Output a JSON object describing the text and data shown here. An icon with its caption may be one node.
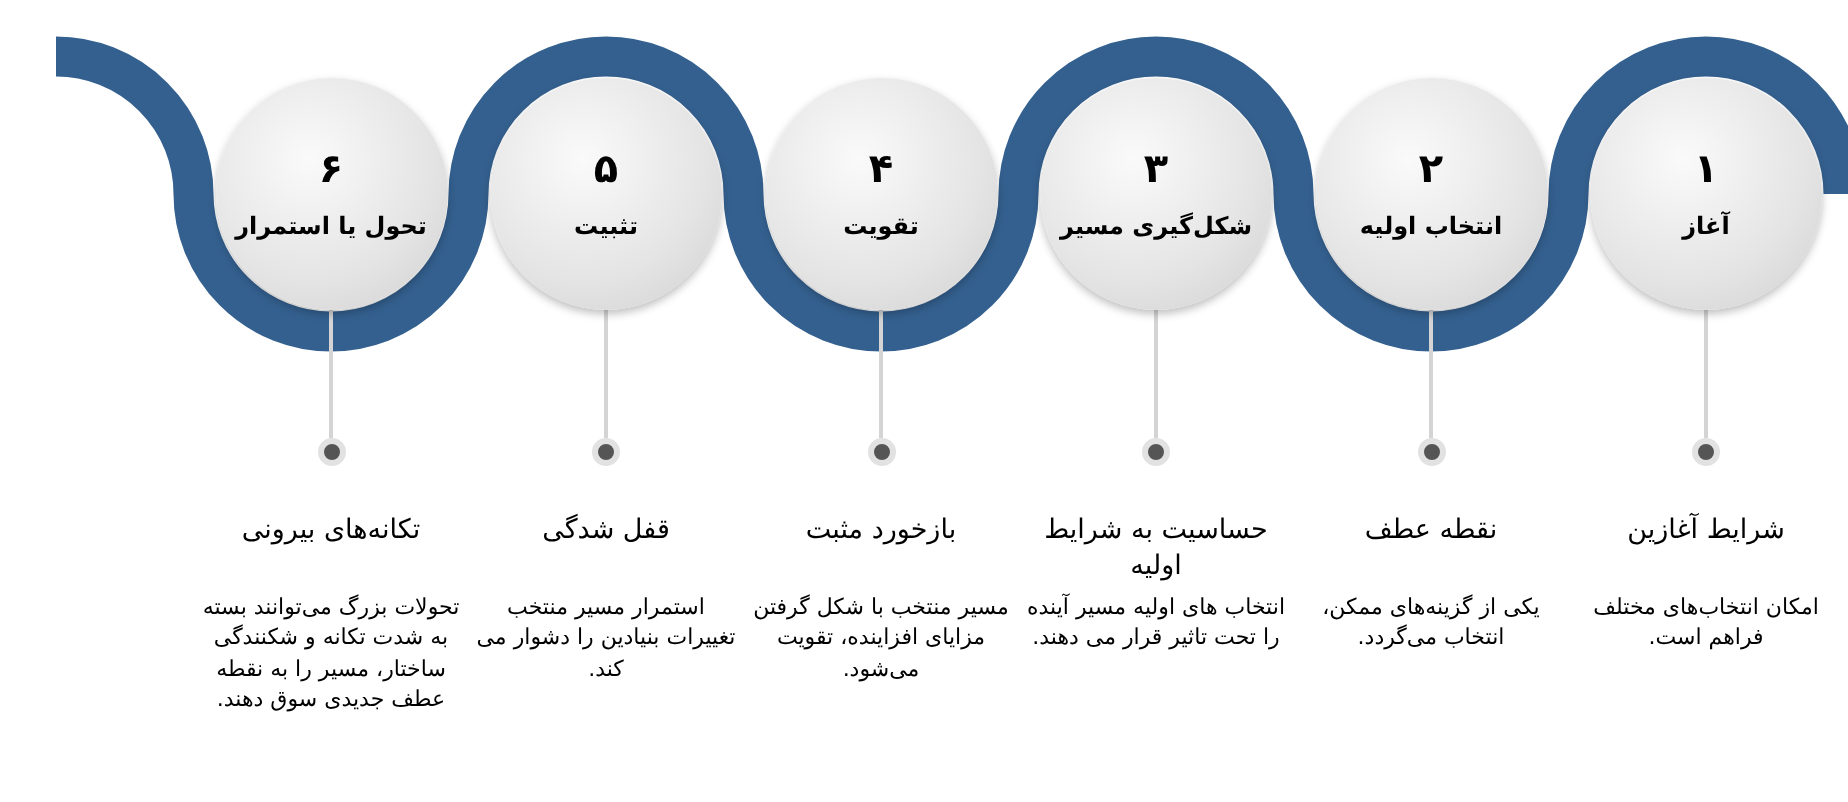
{
  "diagram": {
    "nodes": [
      {
        "text": [
          "۱",
          "آغاز"
        ]
      },
      {
        "text": [
          "۲",
          "انتخاب اولیه"
        ]
      },
      {
        "text": [
          "۳",
          "شکل‌گیری مسیر"
        ]
      },
      {
        "text": [
          "۴",
          "تقویت"
        ]
      },
      {
        "text": [
          "۵",
          "تثبیت"
        ]
      },
      {
        "text": [
          "۶",
          "تحول یا استمرار"
        ]
      },
      {
        "text": [],
        "shape": "circle",
        "beside": [
          "شرایط آغازین",
          "امکان انتخاب‌های مختلف فراهم است."
        ]
      },
      {
        "text": [],
        "shape": "circle",
        "beside": [
          "نقطه عطف",
          "یکی از گزینه‌های ممکن، انتخاب می‌گردد."
        ]
      },
      {
        "text": [],
        "shape": "circle",
        "beside": [
          "حساسیت به شرایط اولیه",
          "انتخاب های اولیه مسیر آینده را تحت تاثیر قرار می دهند."
        ]
      },
      {
        "text": [],
        "shape": "circle",
        "beside": [
          "بازخورد مثبت",
          "مسیر منتخب با شکل گرفتن مزایای افزاینده، تقویت می‌شود."
        ]
      },
      {
        "text": [],
        "shape": "circle",
        "beside": [
          "قفل شدگی",
          "استمرار مسیر منتخب تغییرات بنیادین را دشوار می کند."
        ]
      },
      {
        "text": [],
        "shape": "circle",
        "beside": [
          "تکانه‌های بیرونی",
          "تحولات بزرگ می‌توانند بسته به شدت تکانه و شکنندگی ساختار، مسیر را به نقطه عطف جدیدی سوق دهند."
        ]
      }
    ],
    "edges": [
      {
        "from": 0,
        "to": 6,
        "arrow": "none"
      },
      {
        "from": 1,
        "to": 7,
        "arrow": "none"
      },
      {
        "from": 2,
        "to": 8,
        "arrow": "none"
      },
      {
        "from": 3,
        "to": 9,
        "arrow": "none"
      },
      {
        "from": 4,
        "to": 10,
        "arrow": "none"
      },
      {
        "from": 5,
        "to": 11,
        "arrow": "none"
      }
    ]
  }
}
